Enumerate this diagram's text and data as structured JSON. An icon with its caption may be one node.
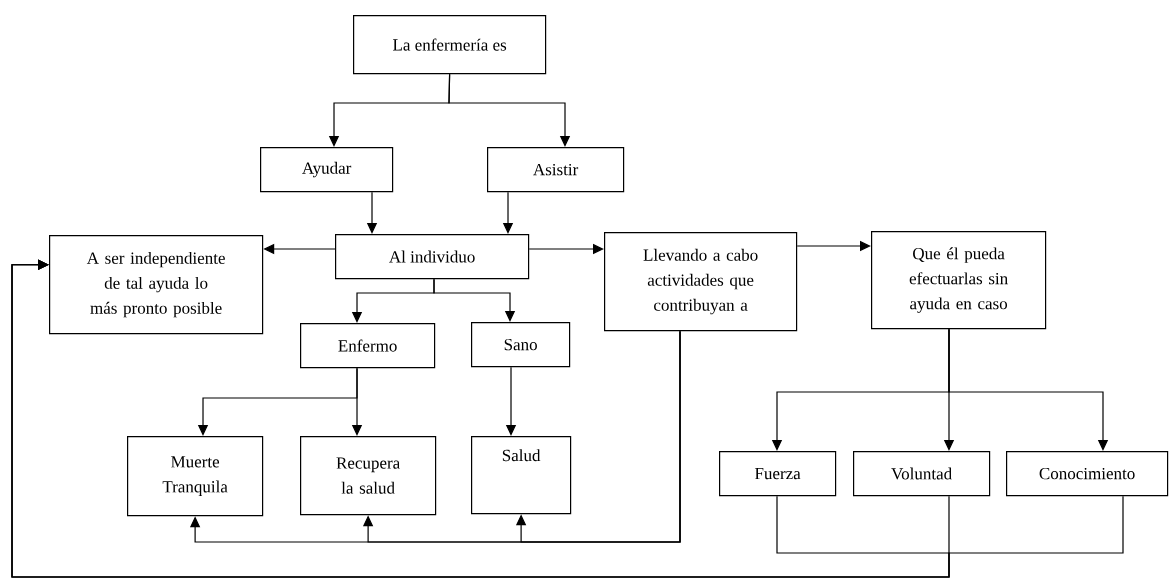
{
  "diagram": {
    "nodes": [
      {
        "text": [
          "La enfermería es"
        ]
      },
      {
        "text": [
          "Ayudar"
        ]
      },
      {
        "text": [
          "Asistir"
        ]
      },
      {
        "text": [
          "Al individuo"
        ]
      },
      {
        "text": [
          "A ser independiente de tal ayuda lo más pronto posible"
        ]
      },
      {
        "text": [
          "Llevando a cabo actividades que contribuyan a"
        ]
      },
      {
        "text": [
          "Que él pueda efectuarlas sin ayuda en caso"
        ]
      },
      {
        "text": [
          "Enfermo"
        ]
      },
      {
        "text": [
          "Sano"
        ]
      },
      {
        "text": [
          "Muerte Tranquila"
        ]
      },
      {
        "text": [
          "Recupera la salud"
        ]
      },
      {
        "text": [
          "Salud"
        ]
      },
      {
        "text": [
          "Fuerza"
        ]
      },
      {
        "text": [
          "Voluntad"
        ]
      },
      {
        "text": [
          "Conocimiento"
        ]
      }
    ],
    "edges": [
      {
        "from": 0,
        "to": 1,
        "arrow": "to"
      },
      {
        "from": 0,
        "to": 2,
        "arrow": "to"
      },
      {
        "from": 1,
        "to": 3,
        "arrow": "to"
      },
      {
        "from": 2,
        "to": 3,
        "arrow": "to"
      },
      {
        "from": 3,
        "to": 4,
        "arrow": "to"
      },
      {
        "from": 3,
        "to": 5,
        "arrow": "to"
      },
      {
        "from": 5,
        "to": 6,
        "arrow": "to"
      },
      {
        "from": 3,
        "to": 7,
        "arrow": "to"
      },
      {
        "from": 3,
        "to": 8,
        "arrow": "to"
      },
      {
        "from": 7,
        "to": 9,
        "arrow": "to"
      },
      {
        "from": 7,
        "to": 10,
        "arrow": "to"
      },
      {
        "from": 8,
        "to": 11,
        "arrow": "to"
      },
      {
        "from": 5,
        "to": 9,
        "arrow": "to"
      },
      {
        "from": 5,
        "to": 10,
        "arrow": "to"
      },
      {
        "from": 5,
        "to": 11,
        "arrow": "to"
      },
      {
        "from": 6,
        "to": 12,
        "arrow": "to"
      },
      {
        "from": 6,
        "to": 13,
        "arrow": "to"
      },
      {
        "from": 6,
        "to": 14,
        "arrow": "to"
      },
      {
        "from": 12,
        "to": 4,
        "arrow": "to"
      },
      {
        "from": 13,
        "to": 4,
        "arrow": "to"
      },
      {
        "from": 14,
        "to": 4,
        "arrow": "to"
      }
    ]
  }
}
